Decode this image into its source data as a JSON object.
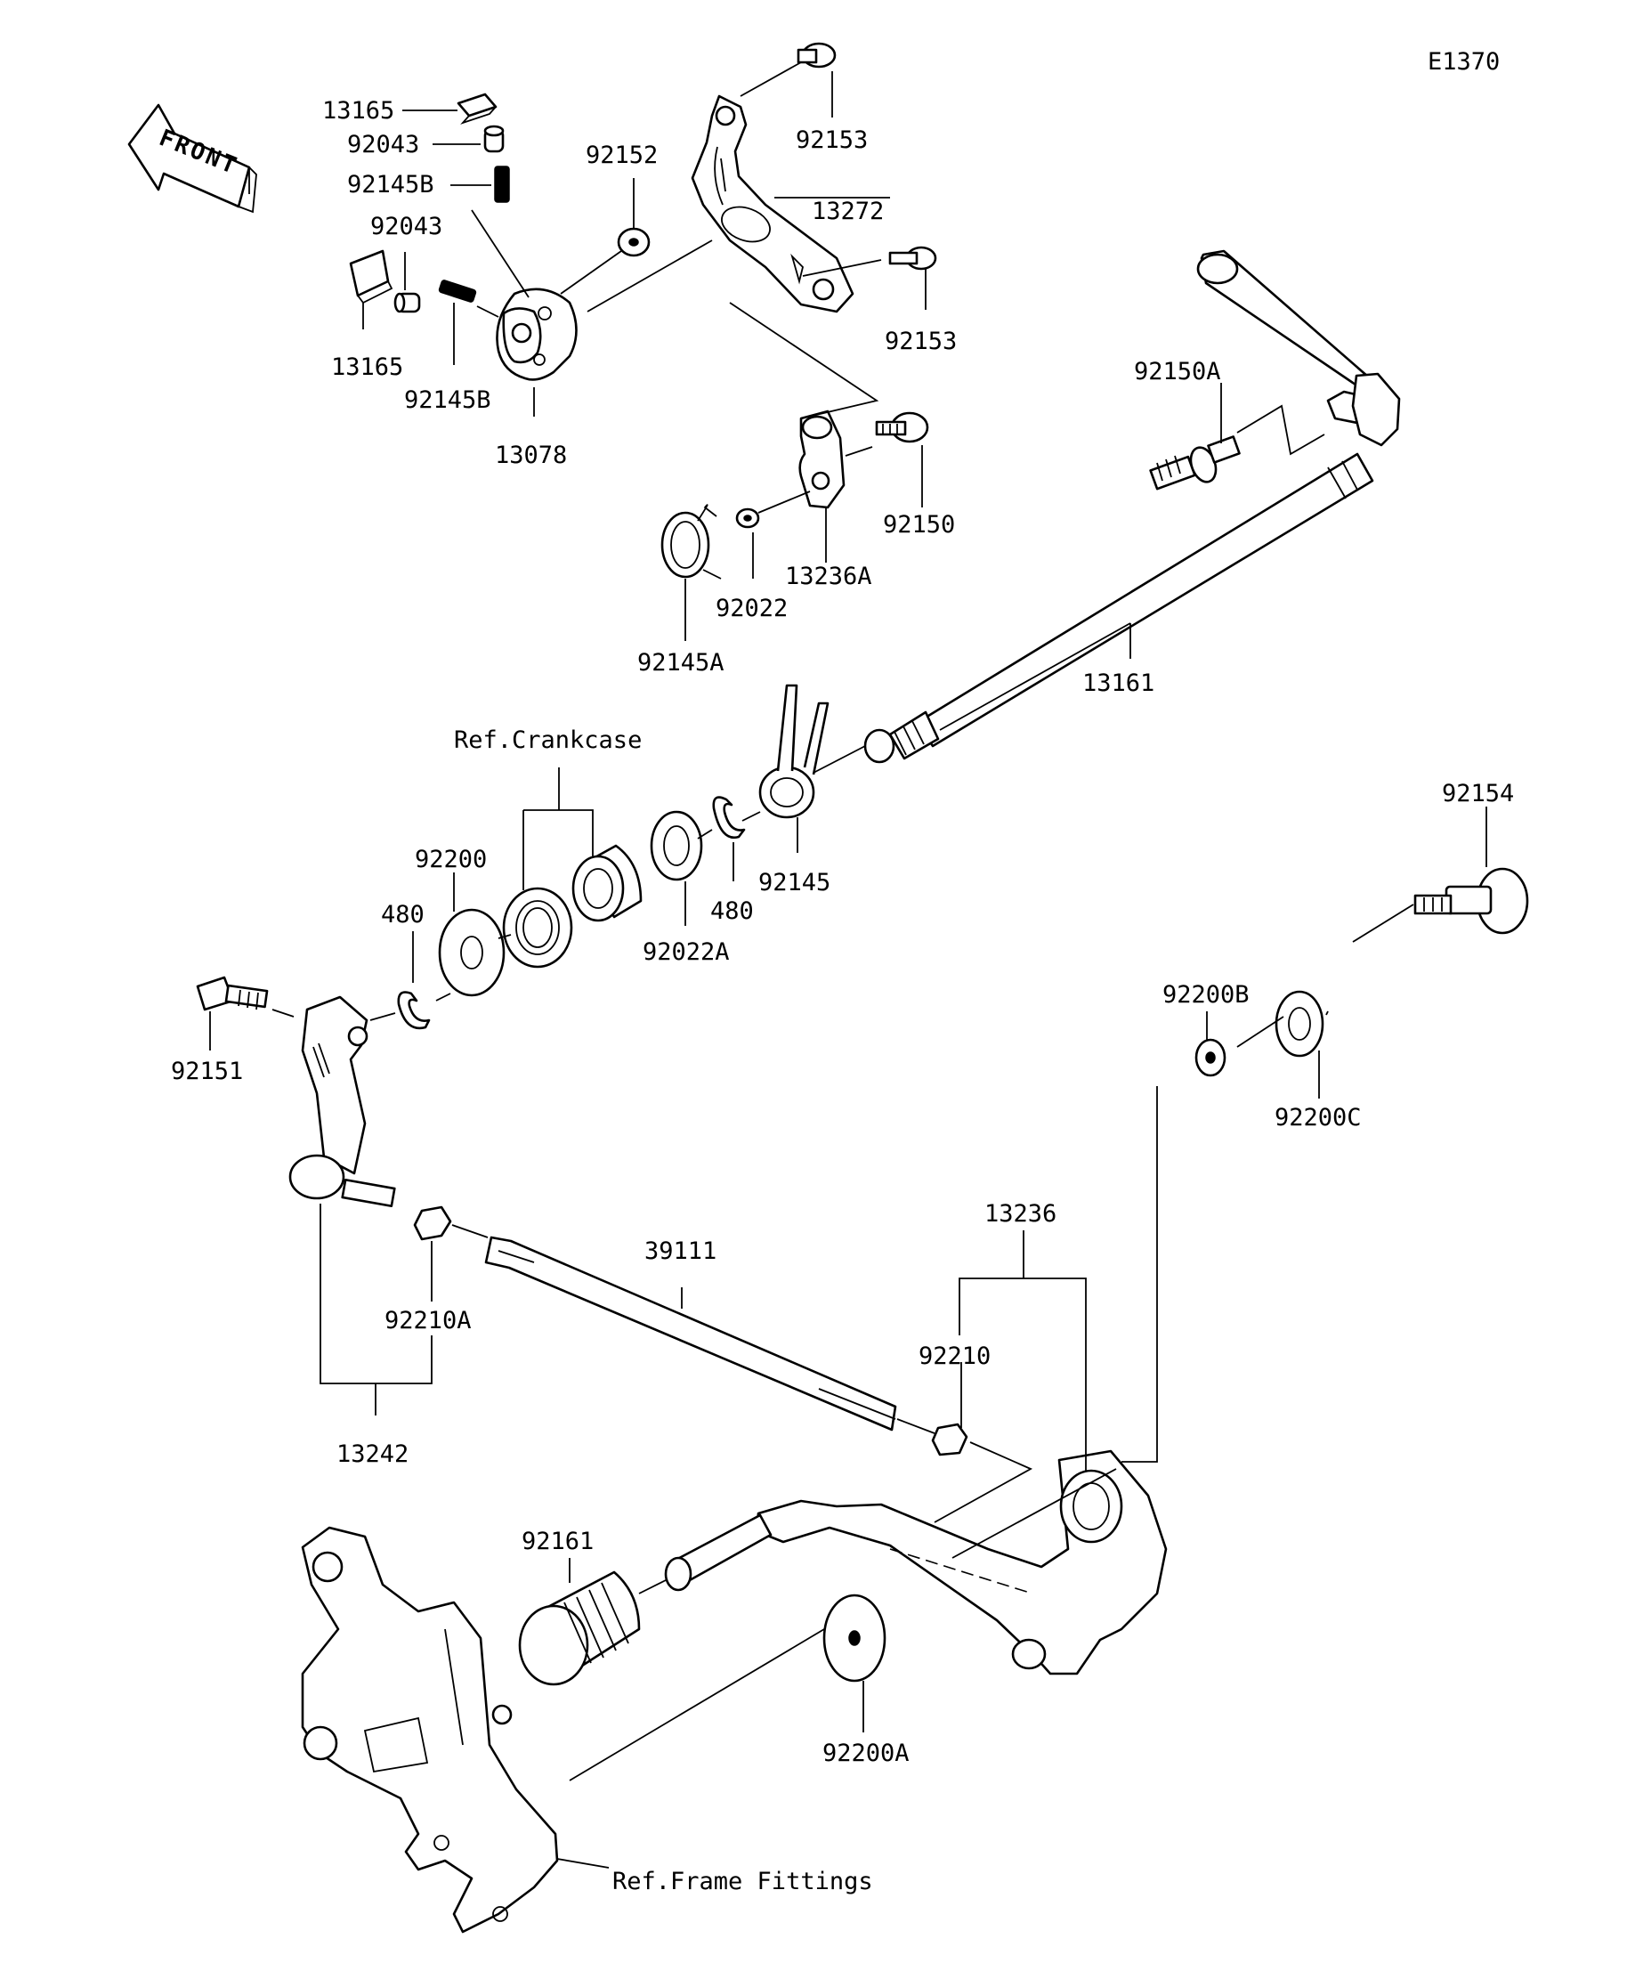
{
  "diagram": {
    "code": "E1370",
    "front_label": "FRONT",
    "refs": {
      "crankcase": "Ref.Crankcase",
      "frame": "Ref.Frame Fittings"
    },
    "labels": {
      "p13165_top": "13165",
      "p92043_top": "92043",
      "p92145B_top": "92145B",
      "p92043_left": "92043",
      "p13165_left": "13165",
      "p92145B_low": "92145B",
      "p13078": "13078",
      "p92152": "92152",
      "p92153_top": "92153",
      "p13272": "13272",
      "p92153_mid": "92153",
      "p92150A": "92150A",
      "p92150": "92150",
      "p13236A": "13236A",
      "p92022": "92022",
      "p92145A": "92145A",
      "p13161": "13161",
      "p92145": "92145",
      "p480_right": "480",
      "p92022A": "92022A",
      "p92200": "92200",
      "p480_left": "480",
      "p92151": "92151",
      "p92154": "92154",
      "p92200B": "92200B",
      "p92200C": "92200C",
      "p13236": "13236",
      "p39111": "39111",
      "p92210A": "92210A",
      "p92210": "92210",
      "p13242": "13242",
      "p92161": "92161",
      "p92200A": "92200A"
    }
  }
}
